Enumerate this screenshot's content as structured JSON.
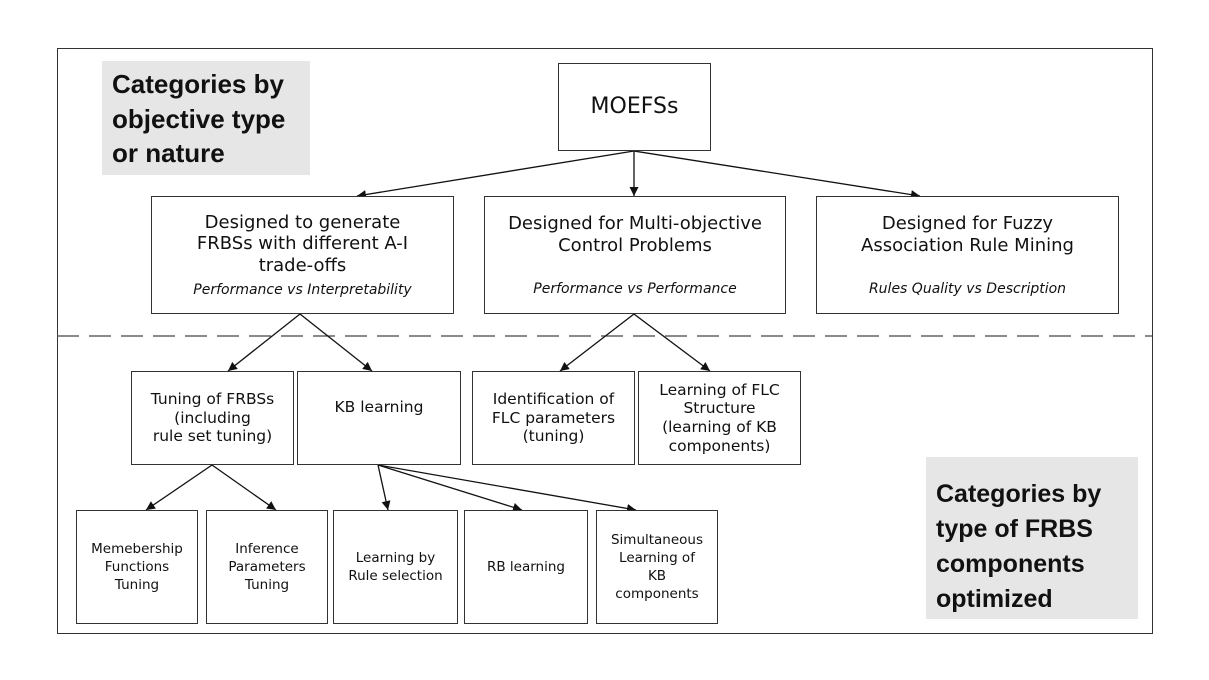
{
  "root": {
    "label": "MOEFSs"
  },
  "categories": {
    "objective": "Categories by\nobjective type\nor nature",
    "components": "Categories by\ntype of FRBS\ncomponents\noptimized"
  },
  "level1": [
    {
      "title": "Designed to generate\nFRBSs with different A-I\ntrade-offs",
      "subtitle": "Performance vs Interpretability"
    },
    {
      "title": "Designed for Multi-objective\nControl Problems",
      "subtitle": "Performance vs Performance"
    },
    {
      "title": "Designed for Fuzzy\nAssociation Rule Mining",
      "subtitle": "Rules Quality vs Description"
    }
  ],
  "level2": [
    {
      "label": "Tuning of FRBSs\n(including\nrule set tuning)"
    },
    {
      "label": "KB learning"
    },
    {
      "label": "Identification of\nFLC parameters\n(tuning)"
    },
    {
      "label": "Learning of FLC\nStructure\n(learning of KB\ncomponents)"
    }
  ],
  "level3": [
    {
      "label": "Memebership\nFunctions\nTuning"
    },
    {
      "label": "Inference\nParameters\nTuning"
    },
    {
      "label": "Learning by\nRule selection"
    },
    {
      "label": "RB learning"
    },
    {
      "label": "Simultaneous\nLearning of\nKB\ncomponents"
    }
  ]
}
